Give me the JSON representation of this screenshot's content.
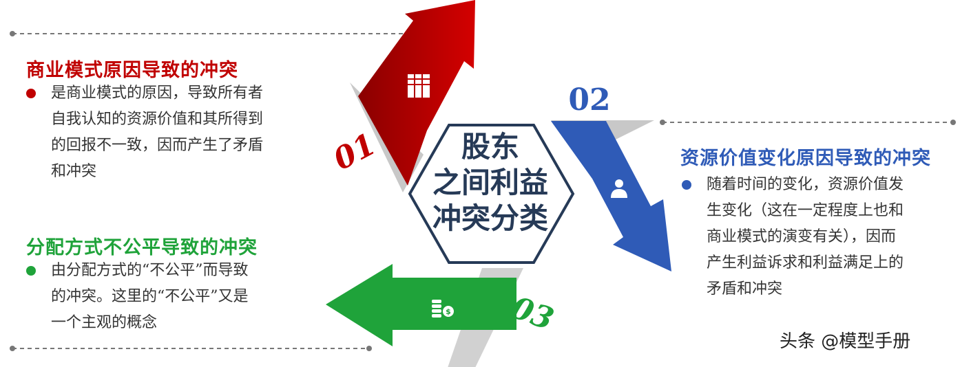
{
  "center": {
    "lines": [
      "股东",
      "之间利益",
      "冲突分类"
    ]
  },
  "items": [
    {
      "number": "01",
      "color": "#c00000",
      "icon": "books-icon",
      "title": "商业模式原因导致的冲突",
      "lines": [
        "是商业模式的原因，导致所有者",
        "自我认知的资源价值和其所得到",
        "的回报不一致，因而产生了矛盾",
        "和冲突"
      ]
    },
    {
      "number": "02",
      "color": "#2f5bb7",
      "icon": "user-icon",
      "title": "资源价值变化原因导致的冲突",
      "lines": [
        "随着时间的变化，资源价值发",
        "生变化（这在一定程度上也和",
        "商业模式的演变有关），因而",
        "产生利益诉求和利益满足上的",
        "矛盾和冲突"
      ]
    },
    {
      "number": "03",
      "color": "#1fa33a",
      "icon": "money-icon",
      "title": "分配方式不公平导致的冲突",
      "lines": [
        "由分配方式的“不公平”而导致",
        "的冲突。这里的“不公平”又是",
        "一个主观的概念"
      ]
    }
  ],
  "watermark": "头条 @模型手册"
}
